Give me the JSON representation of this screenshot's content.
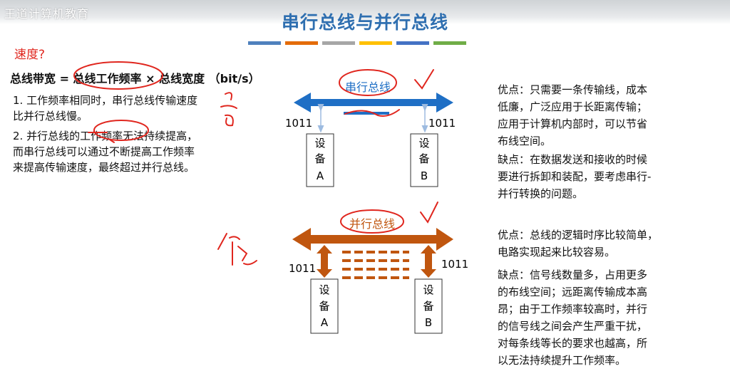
{
  "watermark": "王道计算机教育",
  "title": "串行总线与并行总线",
  "title_bar_colors": [
    "#4f81bd",
    "#e46c0a",
    "#a6a6a6",
    "#ffc000",
    "#4472c4",
    "#70ad47"
  ],
  "left": {
    "speed_q": "速度?",
    "formula": "总线带宽 = 总线工作频率 × 总线宽度 （bit/s）",
    "point1_line1": "1. 工作频率相同时，串行总线传输速度",
    "point1_line2": "比并行总线慢。",
    "point2_line1": "2. 并行总线的工作频率无法持续提高，",
    "point2_line2": "而串行总线可以通过不断提高工作频率",
    "point2_line3": "来提高传输速度，最终超过并行总线。"
  },
  "serial": {
    "label": "串行总线",
    "value_left": "1011",
    "value_right": "1011",
    "device_a": [
      "设",
      "备",
      "A"
    ],
    "device_b": [
      "设",
      "备",
      "B"
    ],
    "pros": [
      "优点：只需要一条传输线，成本",
      "低廉，广泛应用于长距离传输；",
      "应用于计算机内部时，可以节省",
      "布线空间。"
    ],
    "cons": [
      "缺点：在数据发送和接收的时候",
      "要进行拆卸和装配，要考虑串行-",
      "并行转换的问题。"
    ]
  },
  "parallel": {
    "label": "并行总线",
    "value_left": "1011",
    "value_right": "1011",
    "device_a": [
      "设",
      "备",
      "A"
    ],
    "device_b": [
      "设",
      "备",
      "B"
    ],
    "pros": [
      "优点：总线的逻辑时序比较简单，",
      "电路实现起来比较容易。"
    ],
    "cons": [
      "缺点：信号线数量多，占用更多",
      "的布线空间；远距离传输成本高",
      "昂；由于工作频率较高时，并行",
      "的信号线之间会产生严重干扰，",
      "对每条线等长的要求也越高，所",
      "以无法持续提升工作频率。"
    ]
  },
  "colors": {
    "serial_blue": "#1f6fc5",
    "parallel_brown": "#c0560f",
    "annotation_red": "#e0261e",
    "title_blue": "#2f6fb0"
  }
}
